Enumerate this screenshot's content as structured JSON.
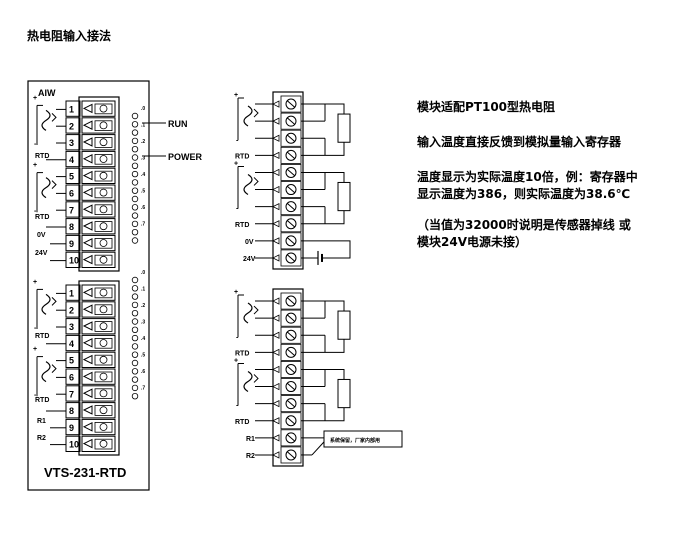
{
  "page_title": "热电阻输入接法",
  "module": {
    "brand": "AIW",
    "model": "VTS-231-RTD",
    "run_label": "RUN",
    "power_label": "POWER",
    "terminals_top": [
      "1",
      "2",
      "3",
      "4",
      "5",
      "6",
      "7",
      "8",
      "9",
      "10"
    ],
    "terminals_bottom": [
      "1",
      "2",
      "3",
      "4",
      "5",
      "6",
      "7",
      "8",
      "9",
      "10"
    ],
    "led_numbers_top": [
      ".0",
      ".1",
      ".2",
      ".3",
      ".4",
      ".5",
      ".6",
      ".7"
    ],
    "led_numbers_bottom": [
      ".0",
      ".1",
      ".2",
      ".3",
      ".4",
      ".5",
      ".6",
      ".7"
    ]
  },
  "labels": {
    "plus": "+",
    "minus": "-",
    "rtd": "RTD",
    "zero_v": "0V",
    "v24": "24V",
    "r1": "R1",
    "r2": "R2"
  },
  "r_note": "系统保留，厂家内部用",
  "notes": [
    "模块适配PT100型热电阻",
    "输入温度直接反馈到模拟量输入寄存器",
    "温度显示为实际温度10倍，例：寄存器中",
    "显示温度为386，则实际温度为38.6℃",
    "（当值为32000时说明是传感器掉线 或",
    "模块24V电源未接）"
  ]
}
